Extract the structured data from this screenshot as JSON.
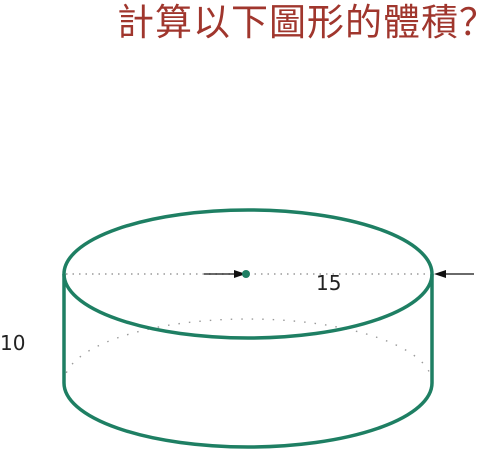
{
  "question": {
    "title": "計算以下圖形的體積？"
  },
  "figure": {
    "shape": "cylinder",
    "radius_label": "15",
    "height_label": "10"
  },
  "colors": {
    "title": "#a0362d",
    "outline": "#1e7f63",
    "text": "#222222",
    "arrow": "#111111",
    "dots": "#9a9a9a"
  }
}
